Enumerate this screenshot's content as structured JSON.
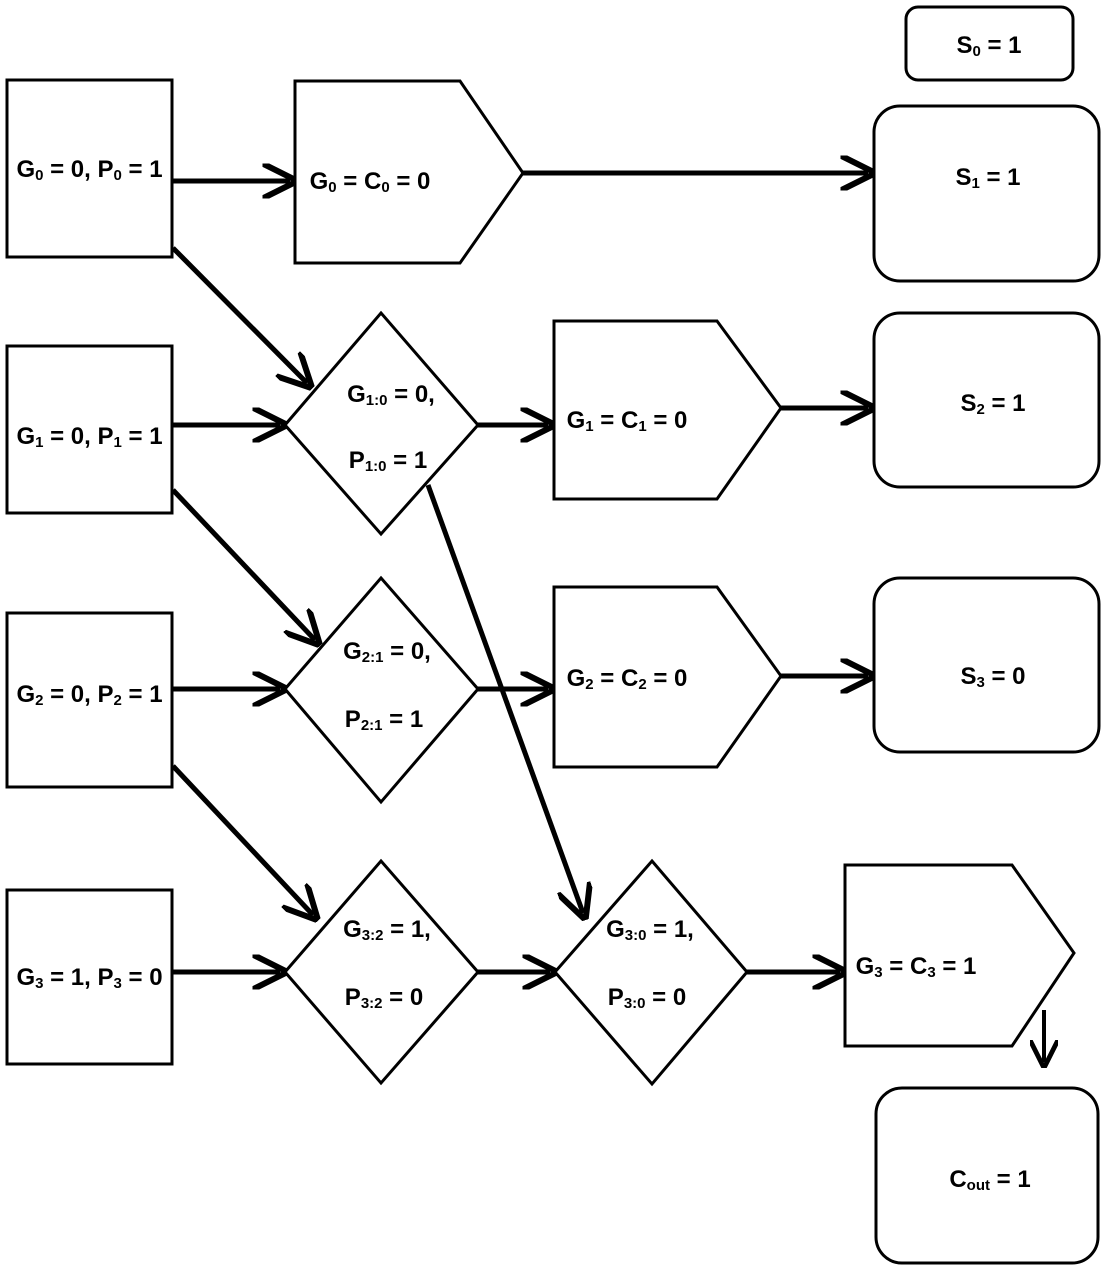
{
  "inputs": [
    {
      "g_main": "G",
      "g_sub": "0",
      "g_val": " = 0, ",
      "p_main": "P",
      "p_sub": "0",
      "p_val": " = 1"
    },
    {
      "g_main": "G",
      "g_sub": "1",
      "g_val": " = 0, ",
      "p_main": "P",
      "p_sub": "1",
      "p_val": " = 1"
    },
    {
      "g_main": "G",
      "g_sub": "2",
      "g_val": " = 0, ",
      "p_main": "P",
      "p_sub": "2",
      "p_val": " = 1"
    },
    {
      "g_main": "G",
      "g_sub": "3",
      "g_val": " = 1, ",
      "p_main": "P",
      "p_sub": "3",
      "p_val": " = 0"
    }
  ],
  "combiners": [
    {
      "g_main": "G",
      "g_sub": "1:0",
      "g_val": " = 0,",
      "p_main": "P",
      "p_sub": "1:0",
      "p_val": " = 1"
    },
    {
      "g_main": "G",
      "g_sub": "2:1",
      "g_val": " = 0,",
      "p_main": "P",
      "p_sub": "2:1",
      "p_val": " = 1"
    },
    {
      "g_main": "G",
      "g_sub": "3:2",
      "g_val": " = 1,",
      "p_main": "P",
      "p_sub": "3:2",
      "p_val": " = 0"
    },
    {
      "g_main": "G",
      "g_sub": "3:0",
      "g_val": " = 1,",
      "p_main": "P",
      "p_sub": "3:0",
      "p_val": " = 0"
    }
  ],
  "carries": [
    {
      "a_main": "G",
      "a_sub": "0",
      "b_main": " = C",
      "b_sub": "0",
      "val": " = 0"
    },
    {
      "a_main": "G",
      "a_sub": "1",
      "b_main": " = C",
      "b_sub": "1",
      "val": " = 0"
    },
    {
      "a_main": "G",
      "a_sub": "2",
      "b_main": " = C",
      "b_sub": "2",
      "val": " = 0"
    },
    {
      "a_main": "G",
      "a_sub": "3",
      "b_main": " = C",
      "b_sub": "3",
      "val": " = 1"
    }
  ],
  "sums": [
    {
      "main": "S",
      "sub": "0",
      "val": " = 1"
    },
    {
      "main": "S",
      "sub": "1",
      "val": " = 1"
    },
    {
      "main": "S",
      "sub": "2",
      "val": " = 1"
    },
    {
      "main": "S",
      "sub": "3",
      "val": " = 0"
    }
  ],
  "cout": {
    "main": "C",
    "sub": "out",
    "val": " = 1"
  }
}
